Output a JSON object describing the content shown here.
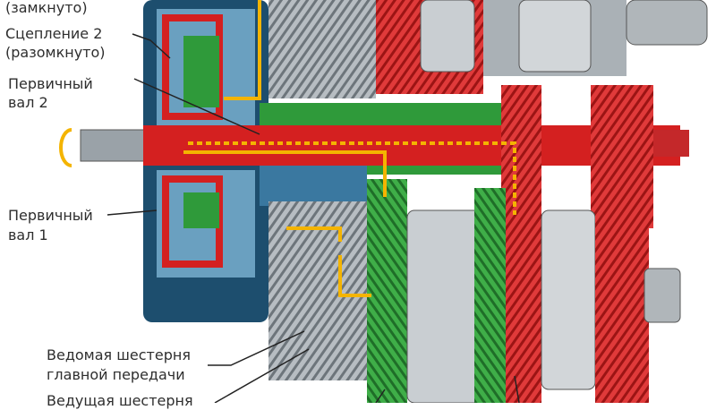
{
  "labels": {
    "clutch1_state": "(замкнуто)",
    "clutch2_name": "Сцепление 2",
    "clutch2_state": "(разомкнуто)",
    "input_shaft2_line1": "Первичный",
    "input_shaft2_line2": "вал 2",
    "input_shaft1_line1": "Первичный",
    "input_shaft1_line2": "вал 1",
    "driven_gear_line1": "Ведомая шестерня",
    "driven_gear_line2": "главной передачи",
    "drive_gear_line1": "Ведущая шестерня"
  },
  "colors": {
    "clutch_housing": "#1d4e6e",
    "shaft_red": "#d42020",
    "shaft_green": "#2f9a3a",
    "gear_steel": "#9aa2a8",
    "power_flow": "#f4b400"
  }
}
